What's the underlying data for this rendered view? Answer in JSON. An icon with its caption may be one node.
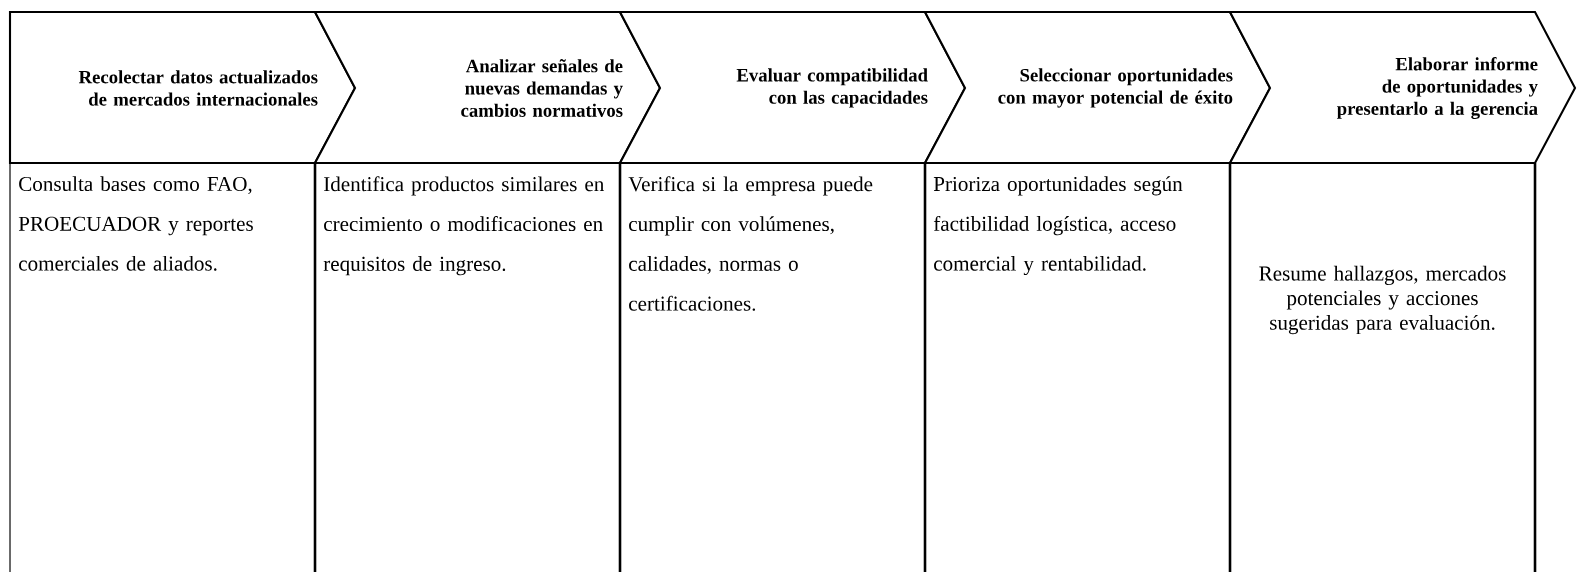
{
  "diagram": {
    "nodes": [
      {
        "text": [
          "Recolectar datos actualizados de mercados internacionales"
        ]
      },
      {
        "text": [
          "Analizar señales de nuevas demandas y cambios normativos"
        ]
      },
      {
        "text": [
          "Evaluar compatibilidad con las capacidades"
        ]
      },
      {
        "text": [
          "Seleccionar oportunidades con mayor potencial de éxito"
        ]
      },
      {
        "text": [
          "Elaborar informe de oportunidades y presentarlo a la gerencia"
        ]
      },
      {
        "text": [
          "Consulta bases como FAO, PROECUADOR y reportes comerciales de aliados."
        ]
      },
      {
        "text": [
          "Identifica productos similares en crecimiento o modificaciones en requisitos de ingreso."
        ]
      },
      {
        "text": [
          "Verifica si la empresa puede cumplir con volúmenes, calidades, normas o certificaciones."
        ]
      },
      {
        "text": [
          "Prioriza oportunidades según factibilidad logística, acceso comercial y rentabilidad."
        ]
      },
      {
        "text": [
          "Resume hallazgos, mercados potenciales y acciones sugeridas para evaluación."
        ]
      }
    ]
  }
}
